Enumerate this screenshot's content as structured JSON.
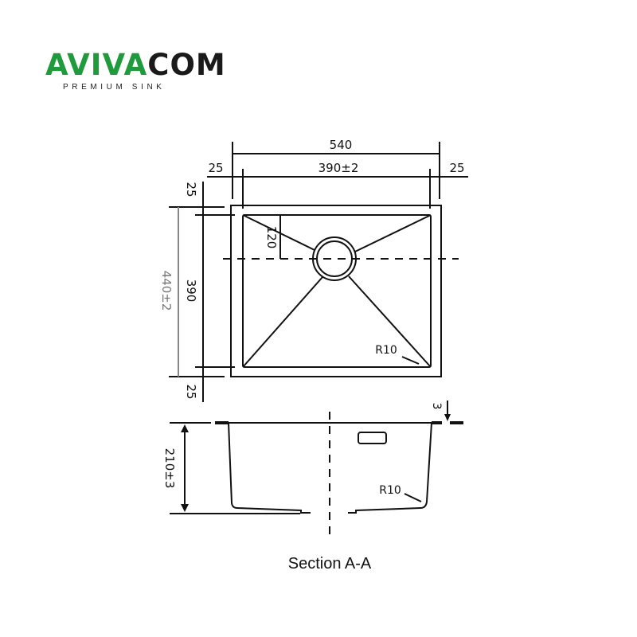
{
  "logo": {
    "brand_part1": "AVIVA",
    "brand_part2": "COM",
    "tagline": "PREMIUM SINK",
    "accent_color": "#1f9a3c"
  },
  "top_view": {
    "overall_width": "540",
    "bowl_width": "390±2",
    "left_margin": "25",
    "right_margin": "25",
    "top_margin": "25",
    "bottom_margin": "25",
    "bowl_depth": "390",
    "overall_depth": "440±2",
    "drain_offset": "120",
    "corner_radius": "R10"
  },
  "section_view": {
    "height": "210±3",
    "flange_thickness": "3",
    "corner_radius": "R10",
    "caption": "Section A-A"
  }
}
